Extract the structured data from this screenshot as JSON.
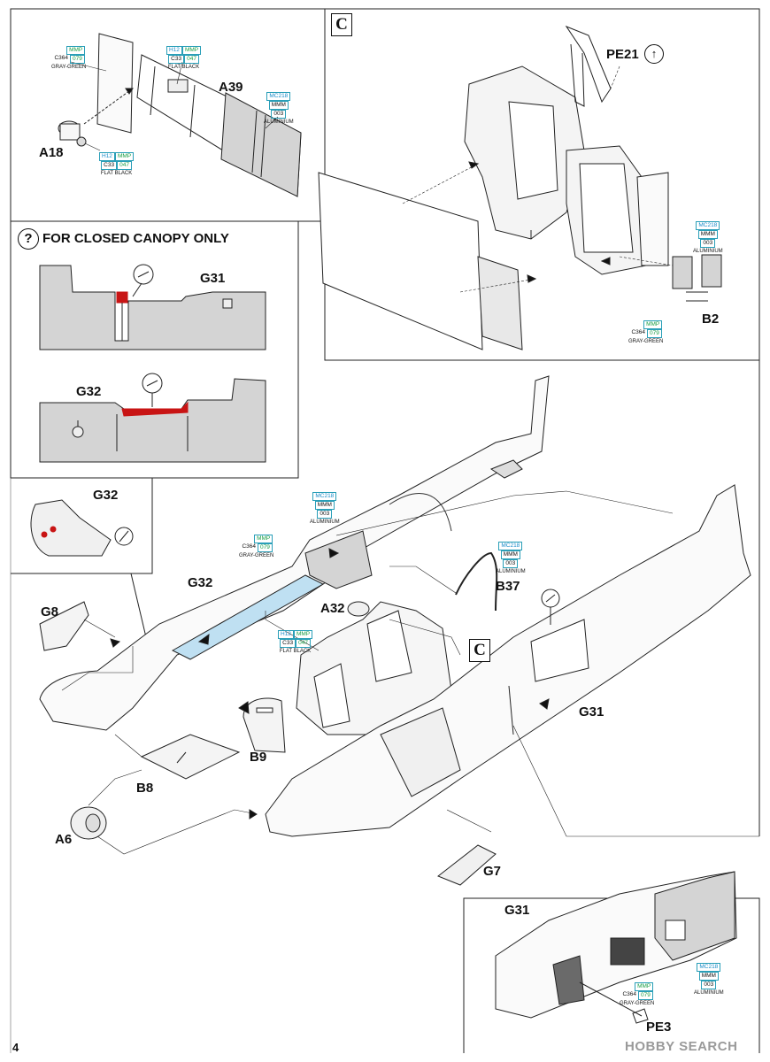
{
  "page": {
    "number": "4"
  },
  "panels": {
    "top_left": {
      "parts": {
        "a39": "A39",
        "a18": "A18"
      },
      "colors": [
        {
          "top": "MMP",
          "code": "C364",
          "num": "079",
          "name": "GRAY-GREEN"
        },
        {
          "top_a": "H12",
          "top_b": "MMP",
          "code": "C33",
          "num": "047",
          "name": "FLAT BLACK"
        },
        {
          "top": "MC218",
          "code": "MMM",
          "num": "003",
          "name": "ALUMINIUM"
        },
        {
          "top_a": "H12",
          "top_b": "MMP",
          "code": "C33",
          "num": "047",
          "name": "FLAT BLACK"
        }
      ]
    },
    "closed_canopy": {
      "title": "FOR CLOSED CANOPY ONLY",
      "parts": {
        "g31": "G31",
        "g32": "G32"
      }
    },
    "top_right": {
      "step_letter": "C",
      "parts": {
        "pe21": "PE21",
        "b2": "B2"
      },
      "colors": [
        {
          "top": "MC218",
          "code": "MMM",
          "num": "003",
          "name": "ALUMINIUM"
        },
        {
          "top": "MMP",
          "code": "C364",
          "num": "079",
          "name": "GRAY-GREEN"
        }
      ]
    },
    "main": {
      "step_letter": "C",
      "parts": {
        "g32_inset": "G32",
        "g32": "G32",
        "g8": "G8",
        "a32": "A32",
        "b37": "B37",
        "g31": "G31",
        "b9": "B9",
        "b8": "B8",
        "a6": "A6",
        "g7": "G7"
      },
      "colors": [
        {
          "top": "MC218",
          "code": "MMM",
          "num": "003",
          "name": "ALUMINIUM"
        },
        {
          "top": "MMP",
          "code": "C364",
          "num": "079",
          "name": "GRAY-GREEN"
        },
        {
          "top": "MC218",
          "code": "MMM",
          "num": "003",
          "name": "ALUMINIUM"
        },
        {
          "top_a": "H12",
          "top_b": "MMP",
          "code": "C33",
          "num": "047",
          "name": "FLAT BLACK"
        }
      ]
    },
    "bottom_right": {
      "parts": {
        "g31": "G31",
        "pe3": "PE3"
      },
      "colors": [
        {
          "top": "MMP",
          "code": "C364",
          "num": "079",
          "name": "GRAY-GREEN"
        },
        {
          "top": "MC218",
          "code": "MMM",
          "num": "003",
          "name": "ALUMINIUM"
        }
      ]
    }
  },
  "watermark": "HOBBY SEARCH",
  "palette": {
    "highlight_red": "#c81414",
    "highlight_blue": "#bfe0f2",
    "aluminium_gray": "#d4d4d4",
    "line": "#222222"
  }
}
